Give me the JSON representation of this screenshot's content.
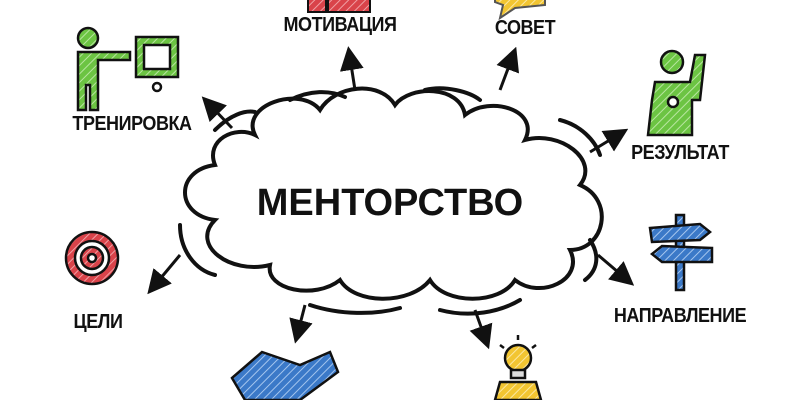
{
  "center": {
    "title": "МЕНТОРСТВО"
  },
  "labels": {
    "motivation": "МОТИВАЦИЯ",
    "advice": "СОВЕТ",
    "training": "ТРЕНИРОВКА",
    "result": "РЕЗУЛЬТАТ",
    "goals": "ЦЕЛИ",
    "direction": "НАПРАВЛЕНИЕ"
  },
  "colors": {
    "green": "#5cb83a",
    "red": "#d9434a",
    "blue": "#3b79c8",
    "yellow": "#f2c531",
    "ink": "#111111"
  }
}
